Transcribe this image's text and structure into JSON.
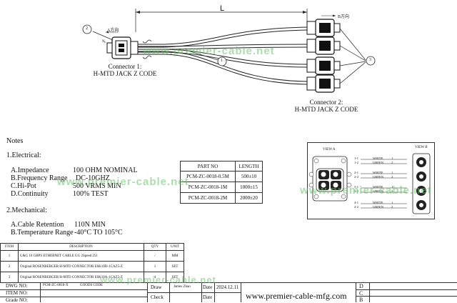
{
  "drawing": {
    "dimension_label": "L",
    "direction_a": "A方向",
    "direction_b": "B方向",
    "callout_1": "1",
    "callout_2": "2",
    "callout_3": "3",
    "connector1_line1": "Connector 1:",
    "connector1_line2": "H-MTD JACK Z CODE",
    "connector2_line1": "Connector 2:",
    "connector2_line2": "H-MTD JACK Z CODE",
    "pin_n": "N"
  },
  "watermark": {
    "text_top": "www.premier-cable.net",
    "text_mid": "www.premier-cable.net",
    "text_right": "www.premier-cable.net",
    "text_bottom": "www.premier-cable.net"
  },
  "notes": {
    "heading": "Notes",
    "electrical_heading": "1.Electrical:",
    "electrical": [
      {
        "label": "A.Impedance",
        "value": "100 OHM NOMINAL"
      },
      {
        "label": "B.Frequency Range",
        "value": "DC-10GHZ"
      },
      {
        "label": "C.Hi-Pot",
        "value": "500 VRMS MIN"
      },
      {
        "label": "D.Continuity",
        "value": "100% TEST"
      }
    ],
    "mechanical_heading": "2.Mechanical:",
    "mechanical": [
      {
        "label": "A.Cable Retention",
        "value": "110N MIN"
      },
      {
        "label": "B.Temperature Range",
        "value": "-40°C TO 105°C"
      }
    ]
  },
  "part_table": {
    "headers": [
      "PART NO",
      "LENGTH"
    ],
    "rows": [
      [
        "PCM-ZC-0018-0.5M",
        "500±10"
      ],
      [
        "PCM-ZC-0018-1M",
        "1000±15"
      ],
      [
        "PCM-ZC-0018-2M",
        "2000±20"
      ]
    ]
  },
  "view_diagram": {
    "view_a": "VIEW A",
    "view_b": "VIEW B",
    "wires": [
      {
        "pins": "1-1",
        "color": "WHITE",
        "num": "1"
      },
      {
        "pins": "1-2",
        "color": "GREEN",
        "num": "2"
      },
      {
        "pins": "2-1",
        "color": "WHITE",
        "num": "1"
      },
      {
        "pins": "2-2",
        "color": "GREEN",
        "num": "2"
      },
      {
        "pins": "3-1",
        "color": "WHITE",
        "num": "1"
      },
      {
        "pins": "3-2",
        "color": "GREEN",
        "num": "2"
      },
      {
        "pins": "4-1",
        "color": "WHITE",
        "num": "1"
      },
      {
        "pins": "4-2",
        "color": "GREEN",
        "num": "2"
      }
    ]
  },
  "bom": {
    "headers": [
      "ITEM",
      "DESCRIPTION",
      "QTY",
      "UNIT"
    ],
    "rows": [
      [
        "1",
        "G&G 10 GBPS ETHERNET CABLE GG 2Speed 251",
        "/",
        "MM"
      ],
      [
        "2",
        "Original ROSENBERGER H-MTD CONNECTOR E6K10D-1CAZ5-Z",
        "1",
        "SET"
      ],
      [
        "3",
        "Original ROSENBERGER H-MTD CONNECTOR E6K10A-1CAZ5-Z",
        "4",
        "SET"
      ]
    ]
  },
  "title_block": {
    "dwg_no_label": "DWG NO:",
    "dwg_no_value": "PCM-ZC-0018-X",
    "dwg_no_desc": "GOODS CODE",
    "item_no_label": "ITEM NO:",
    "grade_label": "Grade NO:",
    "draw_label": "Draw",
    "draw_name": "James Zhao",
    "date_label": "Date",
    "date_value": "2024.12.11",
    "check_label": "Check",
    "date2_label": "Date",
    "website": "www.premier-cable-mfg.com",
    "rev_d": "D",
    "rev_c": "C",
    "rev_b": "B"
  }
}
